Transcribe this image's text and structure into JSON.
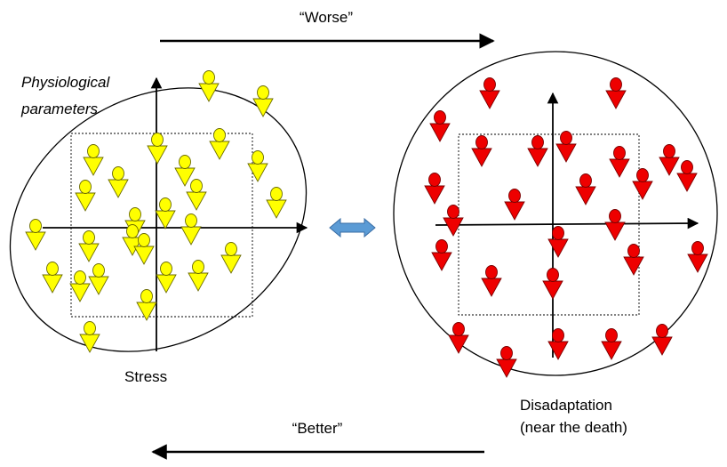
{
  "labels": {
    "worse": "“Worse”",
    "better": "“Better”",
    "physiological_line1": "Physiological",
    "physiological_line2": "parameters",
    "stress": "Stress",
    "disadaptation_line1": "Disadaptation",
    "disadaptation_line2": "(near the death)"
  },
  "colors": {
    "healthy_fill": "#ffff00",
    "healthy_stroke": "#6b6b00",
    "disadapted_fill": "#ee0000",
    "disadapted_stroke": "#7a0000",
    "exchange_arrow": "#5b9bd5",
    "line": "#000000"
  },
  "icons": {
    "individual": "circle-over-triangle-marker",
    "exchange": "double-headed-arrow"
  }
}
